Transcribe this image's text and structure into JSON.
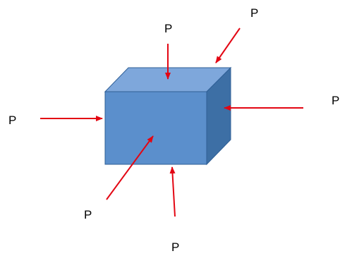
{
  "diagram": {
    "labels": {
      "top": "P",
      "top_right": "P",
      "right": "P",
      "left": "P",
      "bottom_left": "P",
      "bottom": "P"
    },
    "colors": {
      "cube_front": "#5b8fcc",
      "cube_top": "#7ea7db",
      "cube_side": "#3d6fa5",
      "cube_edge": "#2f5f96",
      "arrow": "#e30613",
      "text": "#000000"
    }
  }
}
